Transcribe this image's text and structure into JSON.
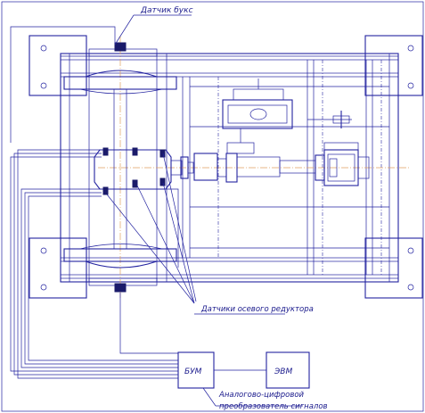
{
  "labels": {
    "axle_box_sensor": "Датчик букс",
    "axle_gear_sensors": "Датчики осевого редуктора",
    "bum": "БУМ",
    "evm": "ЭВМ",
    "adc_line1": "Аналогово-цифровой",
    "adc_line2": "преобразователь сигналов"
  },
  "colors": {
    "line": "#2323a0",
    "text": "#1a1a8c",
    "centerline": "#e0a060"
  }
}
